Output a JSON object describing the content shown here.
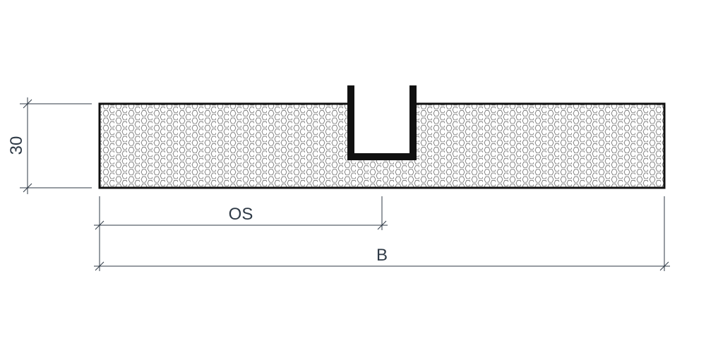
{
  "drawing": {
    "labels": {
      "height": "30",
      "offset": "OS",
      "width": "B"
    },
    "fill_pattern": "hexagon-hatch",
    "colors": {
      "outline": "#111111",
      "dimension": "#2f3a46",
      "hatch": "#555555",
      "background": "#ffffff"
    }
  }
}
